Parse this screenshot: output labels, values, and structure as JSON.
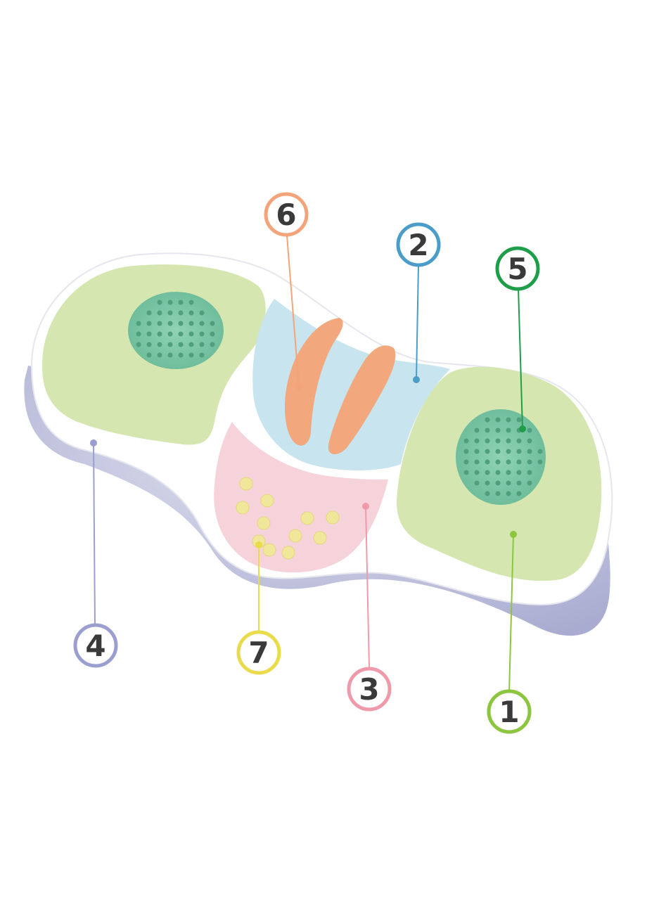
{
  "colors": {
    "background": "#ffffff",
    "pillow_base": "#b8bad8",
    "pillow_top": "#ffffff",
    "side_pad": "#d6e6b0",
    "massage_pad": "#7dc6a6",
    "neck_zone": "#c7e4ef",
    "neck_strip": "#f2a77c",
    "center_zone": "#f6d3db",
    "nodule": "#f1e79a"
  },
  "callouts": [
    {
      "id": "1",
      "label": "1",
      "color": "#8cc63f"
    },
    {
      "id": "2",
      "label": "2",
      "color": "#4a9dc9"
    },
    {
      "id": "3",
      "label": "3",
      "color": "#ef9aab"
    },
    {
      "id": "4",
      "label": "4",
      "color": "#9a9fd0"
    },
    {
      "id": "5",
      "label": "5",
      "color": "#1f9e4a"
    },
    {
      "id": "6",
      "label": "6",
      "color": "#f3a47a"
    },
    {
      "id": "7",
      "label": "7",
      "color": "#eadb4c"
    }
  ]
}
